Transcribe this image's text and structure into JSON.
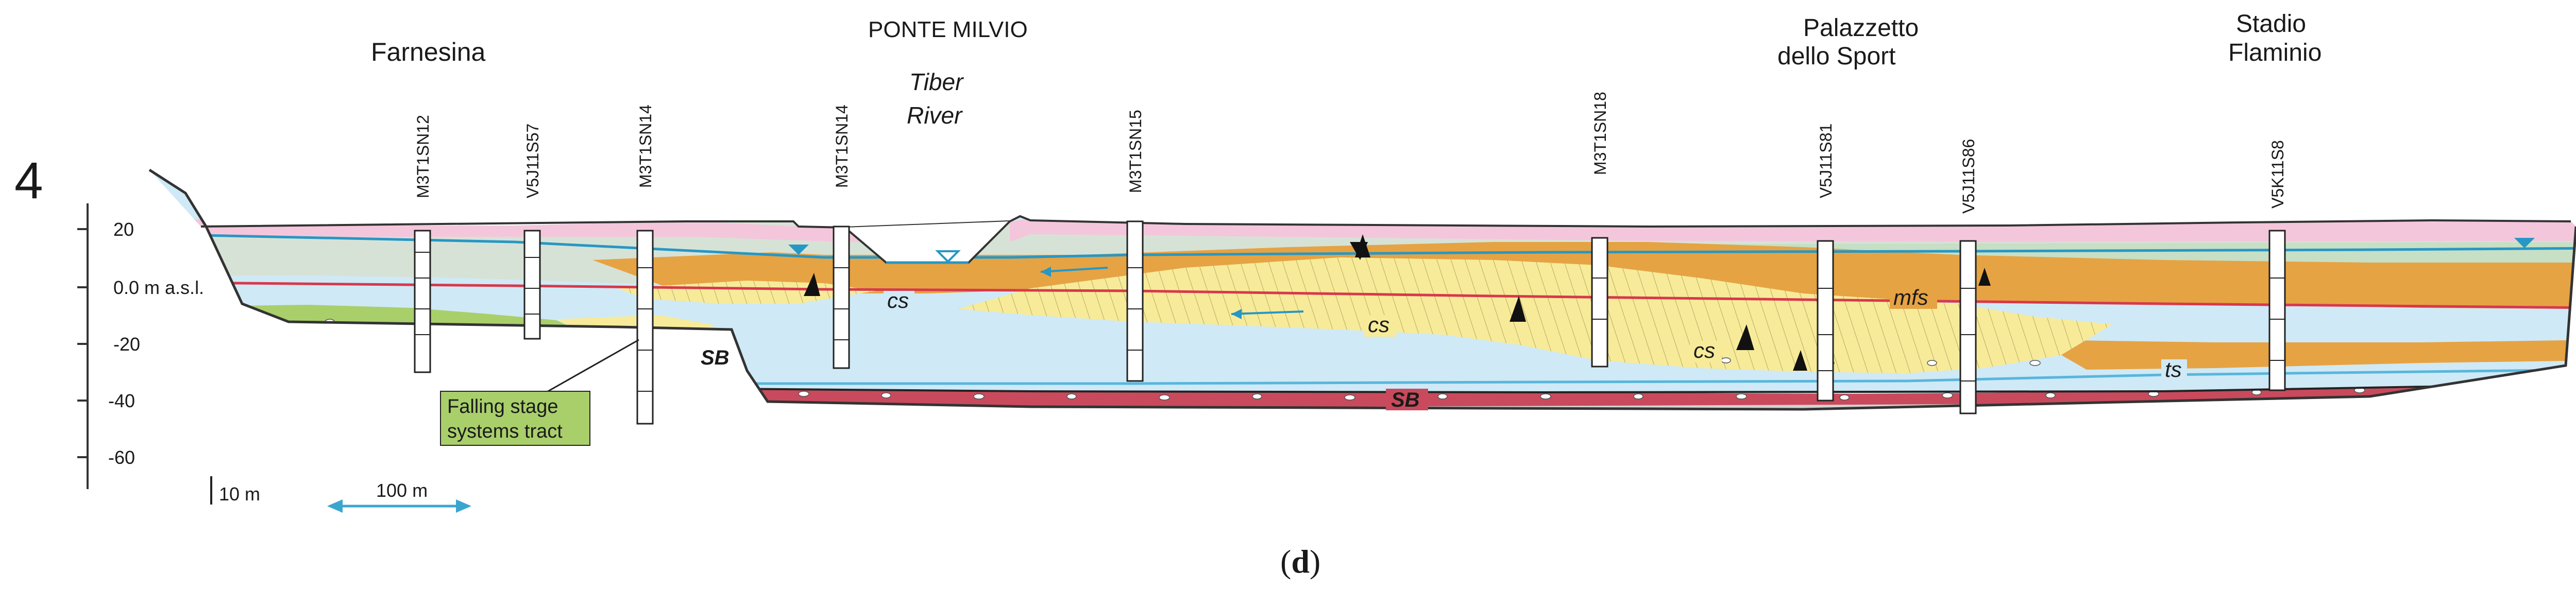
{
  "panel_number": "4",
  "panel_label": "(d)",
  "locations": {
    "farnesina": "Farnesina",
    "ponte_milvio": "PONTE MILVIO",
    "tiber_line1": "Tiber",
    "tiber_line2": "River",
    "palazzetto_line1": "Palazzetto",
    "palazzetto_line2": "dello Sport",
    "stadio_line1": "Stadio",
    "stadio_line2": "Flaminio"
  },
  "boreholes": [
    "M3T1SN12",
    "V5J11S57",
    "M3T1SN14",
    "M3T1SN14",
    "M3T1SN15",
    "M3T1SN18",
    "V5J11S81",
    "V5J11S86",
    "V5K11S8"
  ],
  "elevation_ticks": [
    "20",
    "0.0 m a.s.l.",
    "-20",
    "-40",
    "-60"
  ],
  "scale": {
    "vertical": "10 m",
    "horizontal": "100 m"
  },
  "labels": {
    "cs": "cs",
    "mfs": "mfs",
    "ts": "ts",
    "sb": "SB",
    "falling_line1": "Falling stage",
    "falling_line2": "systems tract"
  },
  "colors": {
    "pink": "#f4c6dc",
    "grey_green": "#d7e2d6",
    "light_green": "#c6dfc5",
    "orange": "#e6a343",
    "yellow": "#f7eb9a",
    "light_blue": "#cfe9f6",
    "red": "#c94a5c",
    "green_fsst": "#a9cf6b",
    "water_line": "#2797c4",
    "ts_line": "#58b6dc"
  }
}
